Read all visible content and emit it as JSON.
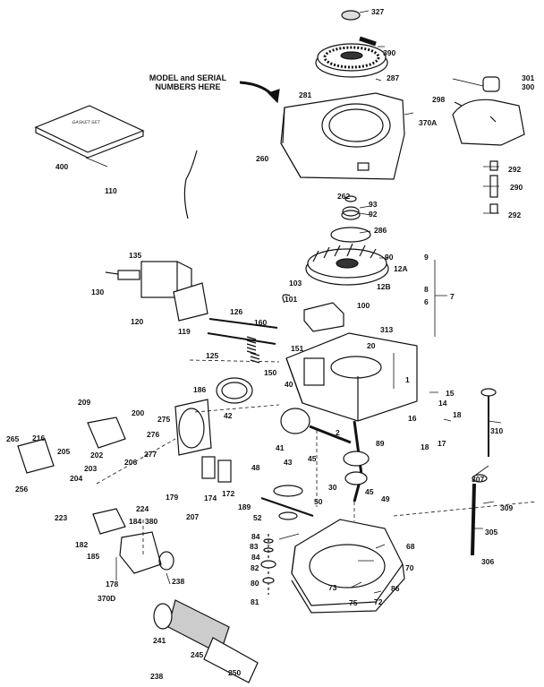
{
  "callout": {
    "line1": "MODEL and SERIAL",
    "line2": "NUMBERS HERE"
  },
  "gasket_set_text": "GASKET SET",
  "parts": [
    {
      "id": "p327",
      "text": "327"
    },
    {
      "id": "p390",
      "text": "390"
    },
    {
      "id": "p287",
      "text": "287"
    },
    {
      "id": "p281",
      "text": "281"
    },
    {
      "id": "p301",
      "text": "301"
    },
    {
      "id": "p300",
      "text": "300"
    },
    {
      "id": "p298",
      "text": "298"
    },
    {
      "id": "p370A",
      "text": "370A"
    },
    {
      "id": "p260",
      "text": "260"
    },
    {
      "id": "p400",
      "text": "400"
    },
    {
      "id": "p292a",
      "text": "292"
    },
    {
      "id": "p290",
      "text": "290"
    },
    {
      "id": "p292b",
      "text": "292"
    },
    {
      "id": "p110",
      "text": "110"
    },
    {
      "id": "p262",
      "text": "262"
    },
    {
      "id": "p93",
      "text": "93"
    },
    {
      "id": "p92",
      "text": "92"
    },
    {
      "id": "p286",
      "text": "286"
    },
    {
      "id": "p90",
      "text": "90"
    },
    {
      "id": "p9",
      "text": "9"
    },
    {
      "id": "p12A",
      "text": "12A"
    },
    {
      "id": "p135",
      "text": "135"
    },
    {
      "id": "p130",
      "text": "130"
    },
    {
      "id": "p103",
      "text": "103"
    },
    {
      "id": "p12B",
      "text": "12B"
    },
    {
      "id": "p8",
      "text": "8"
    },
    {
      "id": "p7",
      "text": "7"
    },
    {
      "id": "p6",
      "text": "6"
    },
    {
      "id": "p120",
      "text": "120"
    },
    {
      "id": "p119",
      "text": "119"
    },
    {
      "id": "p126",
      "text": "126"
    },
    {
      "id": "p101",
      "text": "101"
    },
    {
      "id": "p100",
      "text": "100"
    },
    {
      "id": "p160",
      "text": "160"
    },
    {
      "id": "p313",
      "text": "313"
    },
    {
      "id": "p20",
      "text": "20"
    },
    {
      "id": "p125",
      "text": "125"
    },
    {
      "id": "p151",
      "text": "151"
    },
    {
      "id": "p150",
      "text": "150"
    },
    {
      "id": "p40",
      "text": "40"
    },
    {
      "id": "p1",
      "text": "1"
    },
    {
      "id": "p186",
      "text": "186"
    },
    {
      "id": "p15",
      "text": "15"
    },
    {
      "id": "p14",
      "text": "14"
    },
    {
      "id": "p209",
      "text": "209"
    },
    {
      "id": "p200",
      "text": "200"
    },
    {
      "id": "p42",
      "text": "42"
    },
    {
      "id": "p275",
      "text": "275"
    },
    {
      "id": "p18a",
      "text": "18"
    },
    {
      "id": "p16",
      "text": "16"
    },
    {
      "id": "p310",
      "text": "310"
    },
    {
      "id": "p265",
      "text": "265"
    },
    {
      "id": "p216",
      "text": "216"
    },
    {
      "id": "p205",
      "text": "205"
    },
    {
      "id": "p276",
      "text": "276"
    },
    {
      "id": "p2",
      "text": "2"
    },
    {
      "id": "p89",
      "text": "89"
    },
    {
      "id": "p17",
      "text": "17"
    },
    {
      "id": "p18b",
      "text": "18"
    },
    {
      "id": "p202",
      "text": "202"
    },
    {
      "id": "p206",
      "text": "206"
    },
    {
      "id": "p41",
      "text": "41"
    },
    {
      "id": "p45a",
      "text": "45"
    },
    {
      "id": "p203",
      "text": "203"
    },
    {
      "id": "p277",
      "text": "277"
    },
    {
      "id": "p204",
      "text": "204"
    },
    {
      "id": "p43",
      "text": "43"
    },
    {
      "id": "p256",
      "text": "256"
    },
    {
      "id": "p48",
      "text": "48"
    },
    {
      "id": "p172",
      "text": "172"
    },
    {
      "id": "p30",
      "text": "30"
    },
    {
      "id": "p45b",
      "text": "45"
    },
    {
      "id": "p49",
      "text": "49"
    },
    {
      "id": "p307",
      "text": "307"
    },
    {
      "id": "p179",
      "text": "179"
    },
    {
      "id": "p174",
      "text": "174"
    },
    {
      "id": "p224",
      "text": "224"
    },
    {
      "id": "p189",
      "text": "189"
    },
    {
      "id": "p50",
      "text": "50"
    },
    {
      "id": "p309",
      "text": "309"
    },
    {
      "id": "p223",
      "text": "223"
    },
    {
      "id": "p184",
      "text": "184"
    },
    {
      "id": "p380",
      "text": "380"
    },
    {
      "id": "p207",
      "text": "207"
    },
    {
      "id": "p52",
      "text": "52"
    },
    {
      "id": "p305",
      "text": "305"
    },
    {
      "id": "p182",
      "text": "182"
    },
    {
      "id": "p185",
      "text": "185"
    },
    {
      "id": "p84a",
      "text": "84"
    },
    {
      "id": "p83",
      "text": "83"
    },
    {
      "id": "p68",
      "text": "68"
    },
    {
      "id": "p84b",
      "text": "84"
    },
    {
      "id": "p306",
      "text": "306"
    },
    {
      "id": "p70",
      "text": "70"
    },
    {
      "id": "p82",
      "text": "82"
    },
    {
      "id": "p178",
      "text": "178"
    },
    {
      "id": "p238a",
      "text": "238"
    },
    {
      "id": "p80",
      "text": "80"
    },
    {
      "id": "p73",
      "text": "73"
    },
    {
      "id": "p86",
      "text": "86"
    },
    {
      "id": "p370D",
      "text": "370D"
    },
    {
      "id": "p81",
      "text": "81"
    },
    {
      "id": "p75",
      "text": "75"
    },
    {
      "id": "p72",
      "text": "72"
    },
    {
      "id": "p241",
      "text": "241"
    },
    {
      "id": "p245",
      "text": "245"
    },
    {
      "id": "p250",
      "text": "250"
    },
    {
      "id": "p238b",
      "text": "238"
    }
  ]
}
